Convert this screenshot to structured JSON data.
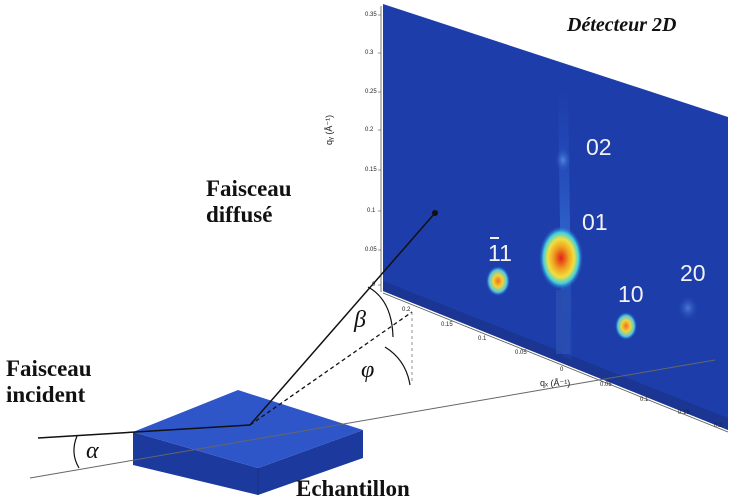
{
  "detector": {
    "title": "Détecteur 2D"
  },
  "labels": {
    "scattered_line1": "Faisceau",
    "scattered_line2": "diffusé",
    "incident_line1": "Faisceau",
    "incident_line2": "incident",
    "sample": "Echantillon"
  },
  "angles": {
    "alpha": "α",
    "beta": "β",
    "phi": "φ"
  },
  "peaks": {
    "p02": "02",
    "p01": "01",
    "p11": "11",
    "p10": "10",
    "p20": "20"
  },
  "axes": {
    "qy_label": "qᵧ (Å⁻¹)",
    "qx_label": "qₓ (Å⁻¹)",
    "qy_ticks": [
      "0.35",
      "0.3",
      "0.25",
      "0.2",
      "0.15",
      "0.1",
      "0.05",
      "0"
    ],
    "qx_ticks": [
      "0.2",
      "0.15",
      "0.1",
      "0.05",
      "0",
      "0.05",
      "0.1",
      "0.15",
      "0.2"
    ]
  },
  "colors": {
    "detector_bg": "#1d3eaa",
    "sample_top": "#2f56c8",
    "sample_side": "#1c3a9e",
    "peak_hot": "#e0201a",
    "peak_warm": "#f0d43a"
  }
}
